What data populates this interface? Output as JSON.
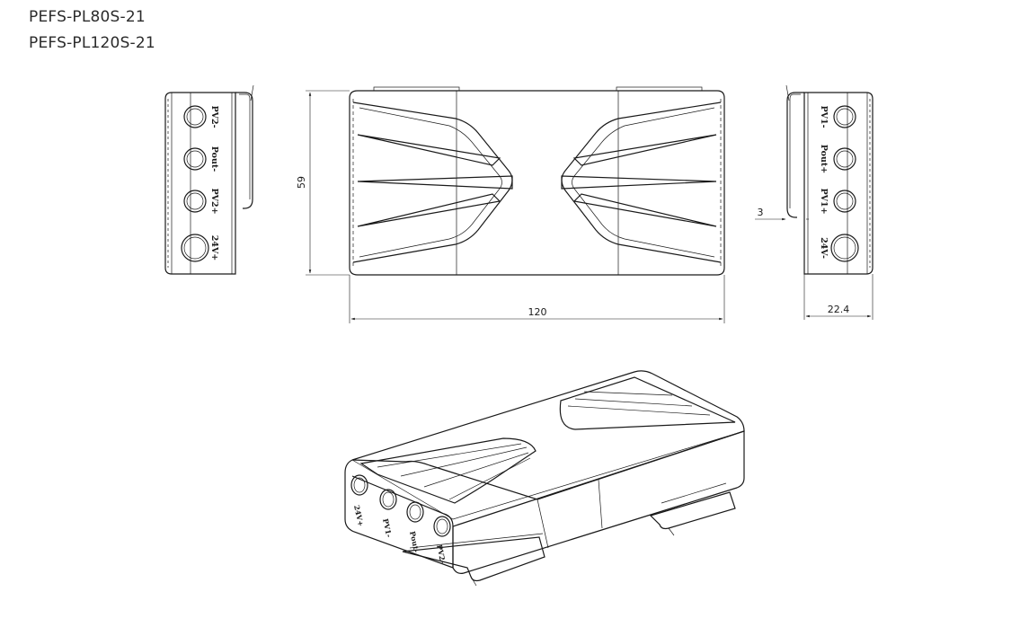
{
  "models": [
    "PEFS-PL80S-21",
    "PEFS-PL120S-21"
  ],
  "dimensions": {
    "length": "120",
    "height": "59",
    "depth": "22.4",
    "clip_offset": "3"
  },
  "left_view_pins": [
    "PV2-",
    "Pout-",
    "PV2+",
    "24V+"
  ],
  "right_view_pins": [
    "PV1-",
    "Pout+",
    "PV1+",
    "24V-"
  ],
  "iso_view_pins": [
    "24V+",
    "PV1-",
    "Pout-",
    "PV2-"
  ]
}
